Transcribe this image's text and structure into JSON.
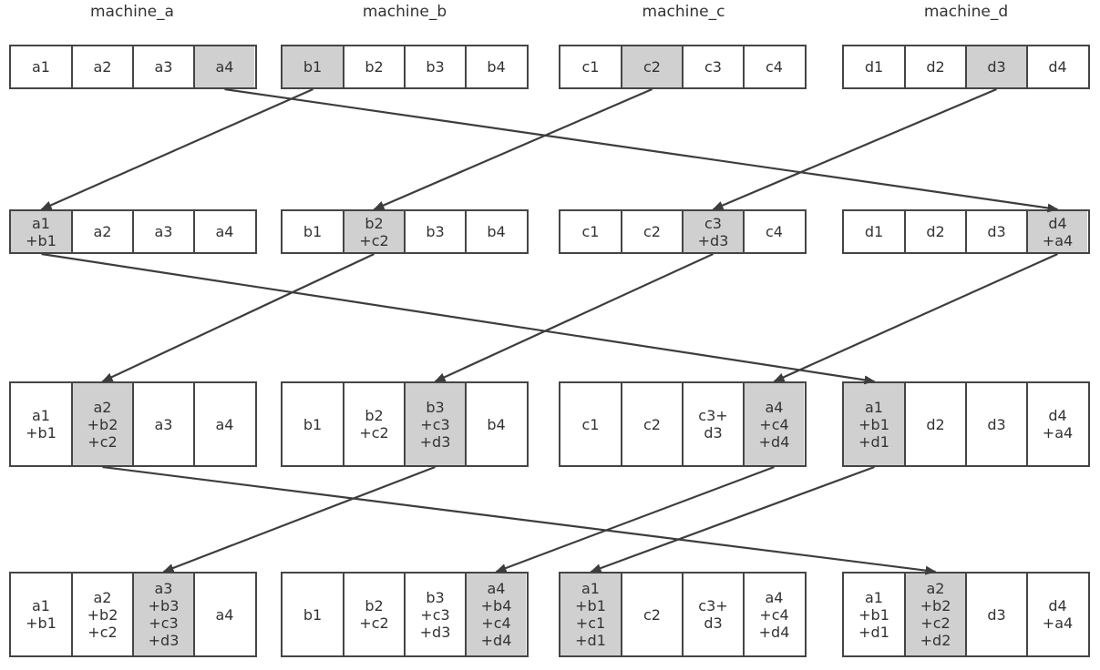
{
  "machines": [
    "machine_a",
    "machine_b",
    "machine_c",
    "machine_d"
  ],
  "rows": [
    {
      "machines": [
        {
          "cells": [
            {
              "text": "a1",
              "hl": false
            },
            {
              "text": "a2",
              "hl": false
            },
            {
              "text": "a3",
              "hl": false
            },
            {
              "text": "a4",
              "hl": true
            }
          ]
        },
        {
          "cells": [
            {
              "text": "b1",
              "hl": true
            },
            {
              "text": "b2",
              "hl": false
            },
            {
              "text": "b3",
              "hl": false
            },
            {
              "text": "b4",
              "hl": false
            }
          ]
        },
        {
          "cells": [
            {
              "text": "c1",
              "hl": false
            },
            {
              "text": "c2",
              "hl": true
            },
            {
              "text": "c3",
              "hl": false
            },
            {
              "text": "c4",
              "hl": false
            }
          ]
        },
        {
          "cells": [
            {
              "text": "d1",
              "hl": false
            },
            {
              "text": "d2",
              "hl": false
            },
            {
              "text": "d3",
              "hl": true
            },
            {
              "text": "d4",
              "hl": false
            }
          ]
        }
      ]
    },
    {
      "machines": [
        {
          "cells": [
            {
              "text": "a1\n+b1",
              "hl": true
            },
            {
              "text": "a2",
              "hl": false
            },
            {
              "text": "a3",
              "hl": false
            },
            {
              "text": "a4",
              "hl": false
            }
          ]
        },
        {
          "cells": [
            {
              "text": "b1",
              "hl": false
            },
            {
              "text": "b2\n+c2",
              "hl": true
            },
            {
              "text": "b3",
              "hl": false
            },
            {
              "text": "b4",
              "hl": false
            }
          ]
        },
        {
          "cells": [
            {
              "text": "c1",
              "hl": false
            },
            {
              "text": "c2",
              "hl": false
            },
            {
              "text": "c3\n+d3",
              "hl": true
            },
            {
              "text": "c4",
              "hl": false
            }
          ]
        },
        {
          "cells": [
            {
              "text": "d1",
              "hl": false
            },
            {
              "text": "d2",
              "hl": false
            },
            {
              "text": "d3",
              "hl": false
            },
            {
              "text": "d4\n+a4",
              "hl": true
            }
          ]
        }
      ]
    },
    {
      "machines": [
        {
          "cells": [
            {
              "text": "a1\n+b1",
              "hl": false
            },
            {
              "text": "a2\n+b2\n+c2",
              "hl": true
            },
            {
              "text": "a3",
              "hl": false
            },
            {
              "text": "a4",
              "hl": false
            }
          ]
        },
        {
          "cells": [
            {
              "text": "b1",
              "hl": false
            },
            {
              "text": "b2\n+c2",
              "hl": false
            },
            {
              "text": "b3\n+c3\n+d3",
              "hl": true
            },
            {
              "text": "b4",
              "hl": false
            }
          ]
        },
        {
          "cells": [
            {
              "text": "c1",
              "hl": false
            },
            {
              "text": "c2",
              "hl": false
            },
            {
              "text": "c3+\nd3",
              "hl": false
            },
            {
              "text": "a4\n+c4\n+d4",
              "hl": true
            }
          ]
        },
        {
          "cells": [
            {
              "text": "a1\n+b1\n+d1",
              "hl": true
            },
            {
              "text": "d2",
              "hl": false
            },
            {
              "text": "d3",
              "hl": false
            },
            {
              "text": "d4\n+a4",
              "hl": false
            }
          ]
        }
      ]
    },
    {
      "machines": [
        {
          "cells": [
            {
              "text": "a1\n+b1",
              "hl": false
            },
            {
              "text": "a2\n+b2\n+c2",
              "hl": false
            },
            {
              "text": "a3\n+b3\n+c3\n+d3",
              "hl": true
            },
            {
              "text": "a4",
              "hl": false
            }
          ]
        },
        {
          "cells": [
            {
              "text": "b1",
              "hl": false
            },
            {
              "text": "b2\n+c2",
              "hl": false
            },
            {
              "text": "b3\n+c3\n+d3",
              "hl": false
            },
            {
              "text": "a4\n+b4\n+c4\n+d4",
              "hl": true
            }
          ]
        },
        {
          "cells": [
            {
              "text": "a1\n+b1\n+c1\n+d1",
              "hl": true
            },
            {
              "text": "c2",
              "hl": false
            },
            {
              "text": "c3+\nd3",
              "hl": false
            },
            {
              "text": "a4\n+c4\n+d4",
              "hl": false
            }
          ]
        },
        {
          "cells": [
            {
              "text": "a1\n+b1\n+d1",
              "hl": false
            },
            {
              "text": "a2\n+b2\n+c2\n+d2",
              "hl": true
            },
            {
              "text": "d3",
              "hl": false
            },
            {
              "text": "d4\n+a4",
              "hl": false
            }
          ]
        }
      ]
    }
  ],
  "arrows": [
    {
      "from": {
        "row": 0,
        "machine": 1,
        "cell": 0
      },
      "to": {
        "row": 1,
        "machine": 0,
        "cell": 0
      }
    },
    {
      "from": {
        "row": 0,
        "machine": 2,
        "cell": 1
      },
      "to": {
        "row": 1,
        "machine": 1,
        "cell": 1
      }
    },
    {
      "from": {
        "row": 0,
        "machine": 3,
        "cell": 2
      },
      "to": {
        "row": 1,
        "machine": 2,
        "cell": 2
      }
    },
    {
      "from": {
        "row": 0,
        "machine": 0,
        "cell": 3
      },
      "to": {
        "row": 1,
        "machine": 3,
        "cell": 3
      }
    },
    {
      "from": {
        "row": 1,
        "machine": 1,
        "cell": 1
      },
      "to": {
        "row": 2,
        "machine": 0,
        "cell": 1
      }
    },
    {
      "from": {
        "row": 1,
        "machine": 2,
        "cell": 2
      },
      "to": {
        "row": 2,
        "machine": 1,
        "cell": 2
      }
    },
    {
      "from": {
        "row": 1,
        "machine": 3,
        "cell": 3
      },
      "to": {
        "row": 2,
        "machine": 2,
        "cell": 3
      }
    },
    {
      "from": {
        "row": 1,
        "machine": 0,
        "cell": 0
      },
      "to": {
        "row": 2,
        "machine": 3,
        "cell": 0
      }
    },
    {
      "from": {
        "row": 2,
        "machine": 1,
        "cell": 2
      },
      "to": {
        "row": 3,
        "machine": 0,
        "cell": 2
      }
    },
    {
      "from": {
        "row": 2,
        "machine": 2,
        "cell": 3
      },
      "to": {
        "row": 3,
        "machine": 1,
        "cell": 3
      }
    },
    {
      "from": {
        "row": 2,
        "machine": 3,
        "cell": 0
      },
      "to": {
        "row": 3,
        "machine": 2,
        "cell": 0
      }
    },
    {
      "from": {
        "row": 2,
        "machine": 0,
        "cell": 1
      },
      "to": {
        "row": 3,
        "machine": 3,
        "cell": 1
      }
    }
  ]
}
